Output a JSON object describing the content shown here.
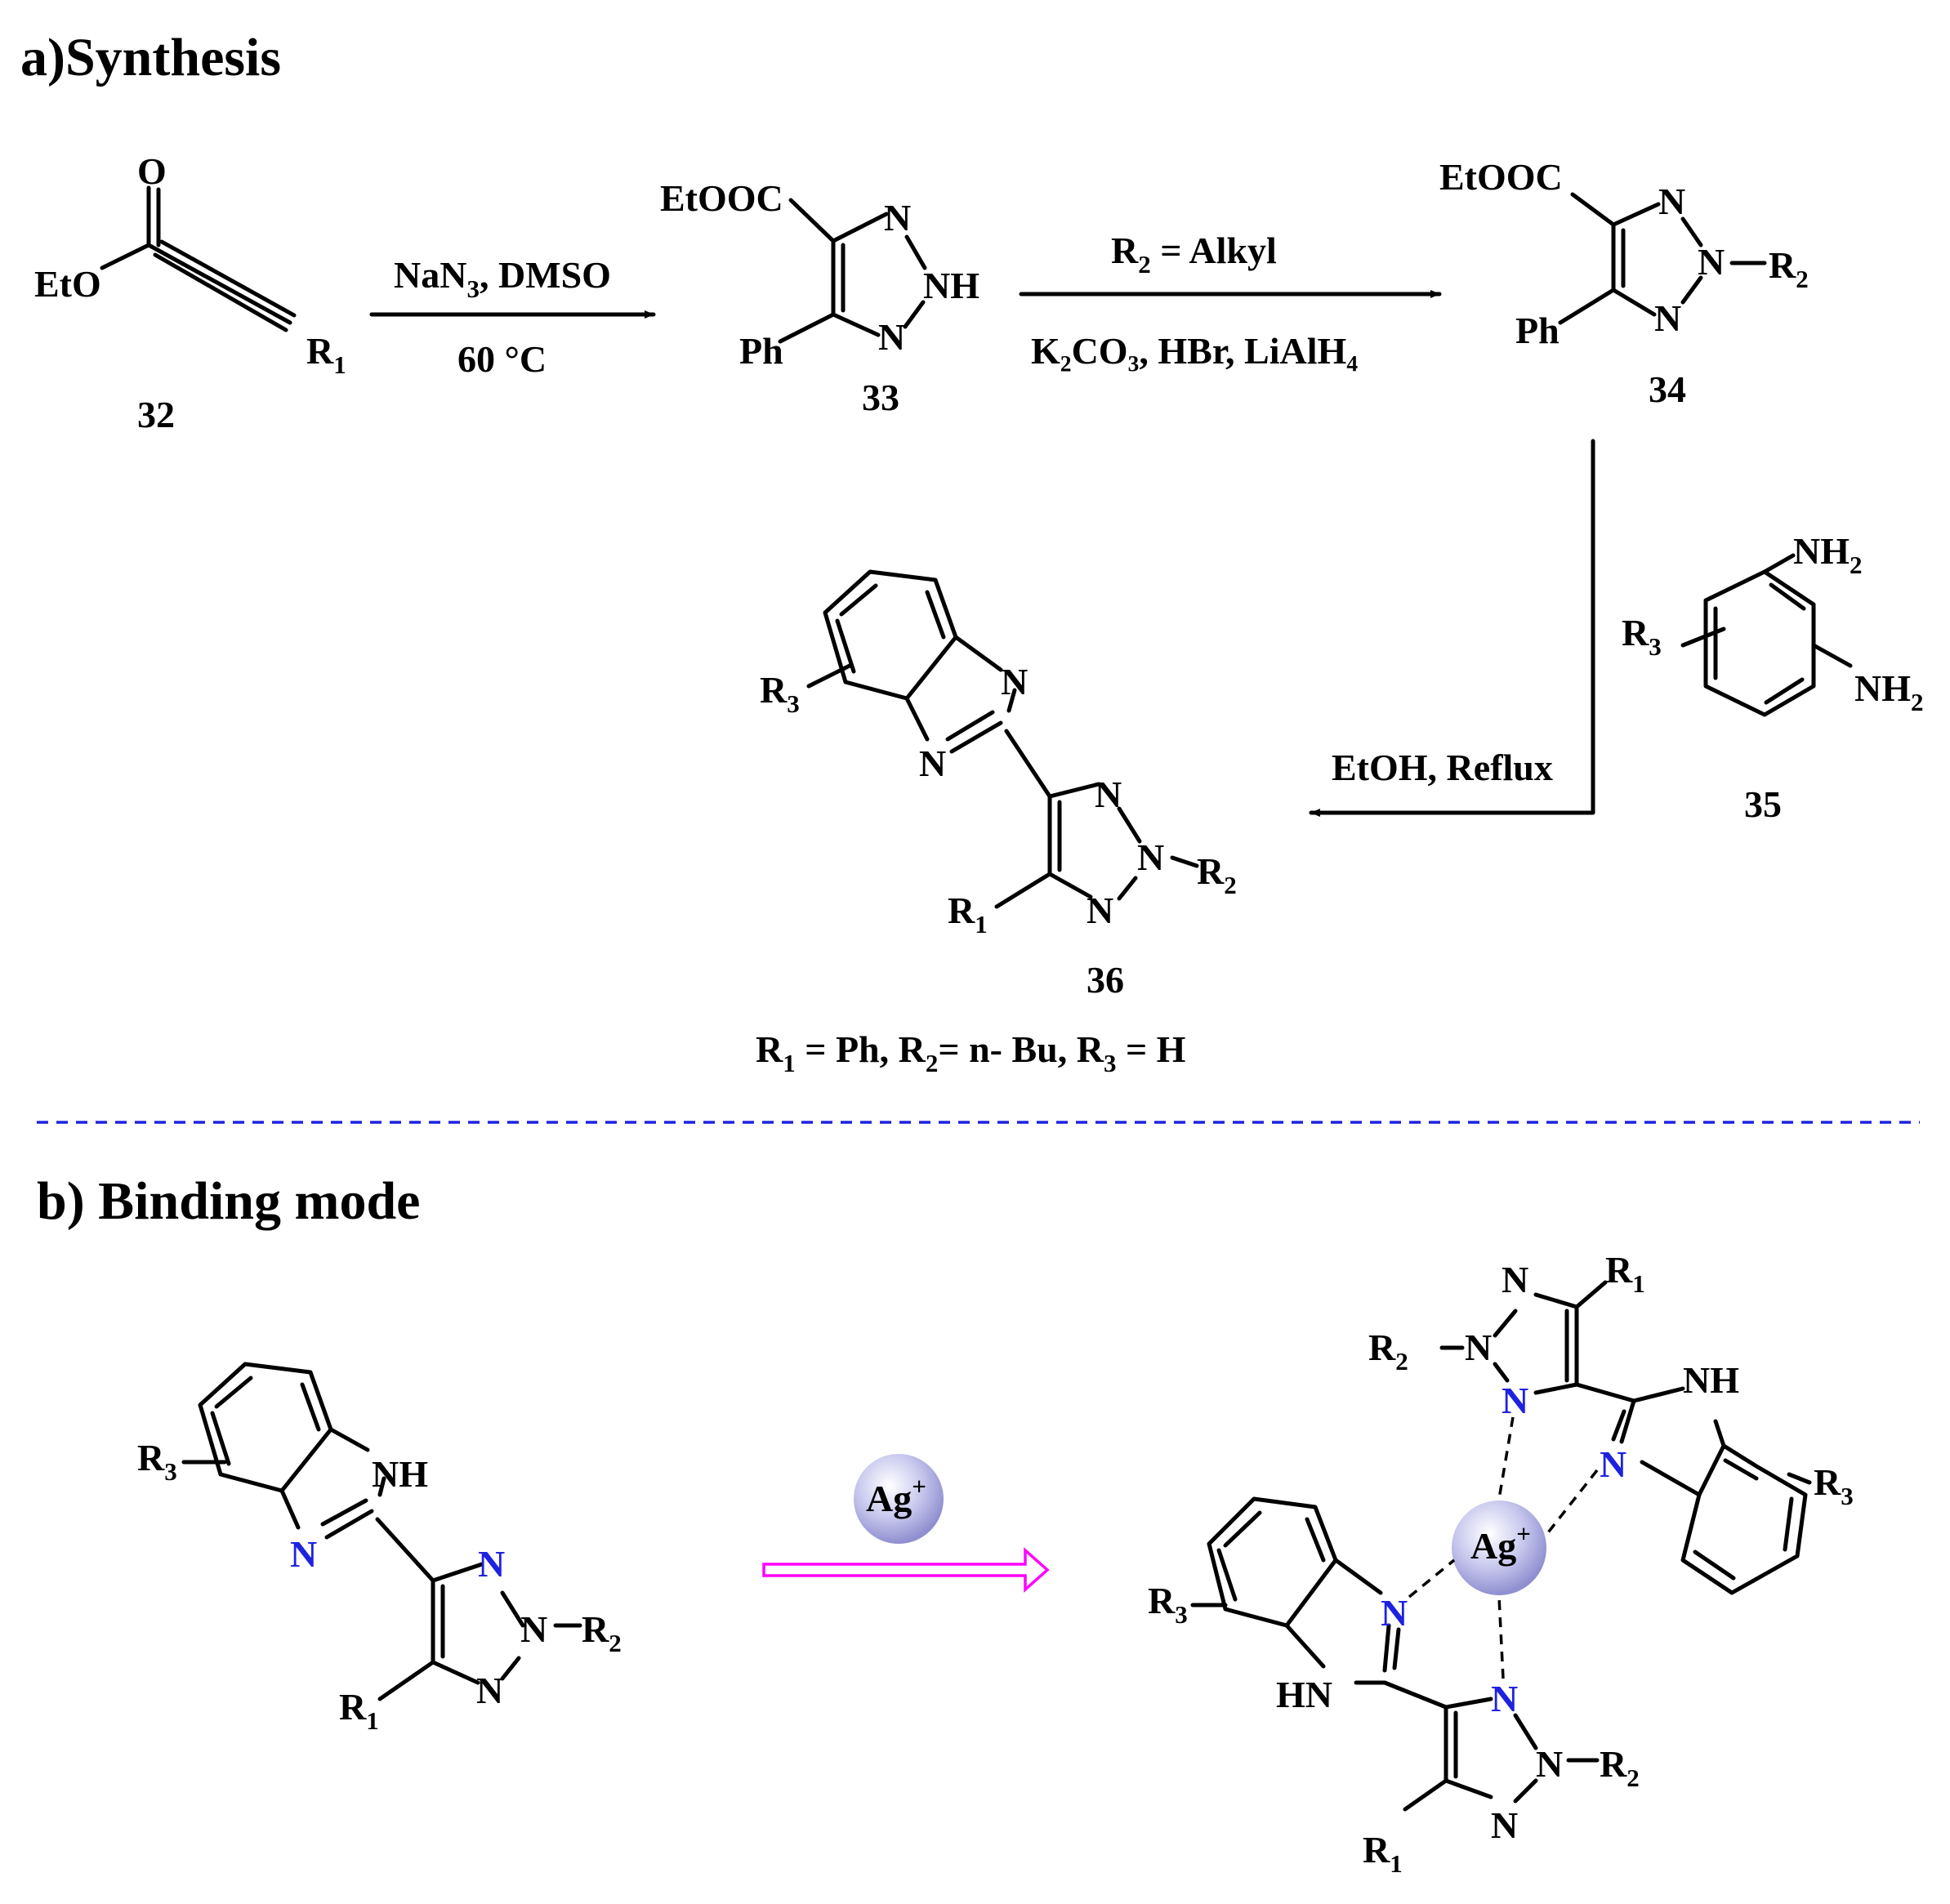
{
  "sections": {
    "synthesis_title": "a)Synthesis",
    "binding_title": "b) Binding mode"
  },
  "compounds": {
    "c32": "32",
    "c33": "33",
    "c34": "34",
    "c35": "35",
    "c36": "36"
  },
  "labels": {
    "eto": "EtO",
    "o": "O",
    "etooc": "EtOOC",
    "ph": "Ph",
    "n": "N",
    "nh": "NH",
    "hn": "HN",
    "r": "R",
    "sub1": "1",
    "sub2": "2",
    "sub3": "3",
    "nh2": "NH",
    "ag": "Ag",
    "plus": "+"
  },
  "conditions": {
    "step1_top_a": "NaN",
    "step1_top_sub": "3",
    "step1_top_b": ", DMSO",
    "step1_bottom": "60 °C",
    "step2_top_a": "R",
    "step2_top_sub": "2",
    "step2_top_b": " = Alkyl",
    "step2_bottom": "K₂CO₃, HBr, LiAlH₄",
    "step3": "EtOH, Reflux"
  },
  "substituents": {
    "r1_eq": " = Ph, R",
    "r2_eq": "= n- Bu, R",
    "r3_eq": " = H"
  },
  "colors": {
    "divider": "#1e22e0",
    "coordinating_n": "#1e22e0",
    "arrow_magenta": "#ff00ff",
    "silver_ion": "#c8c8ee"
  }
}
